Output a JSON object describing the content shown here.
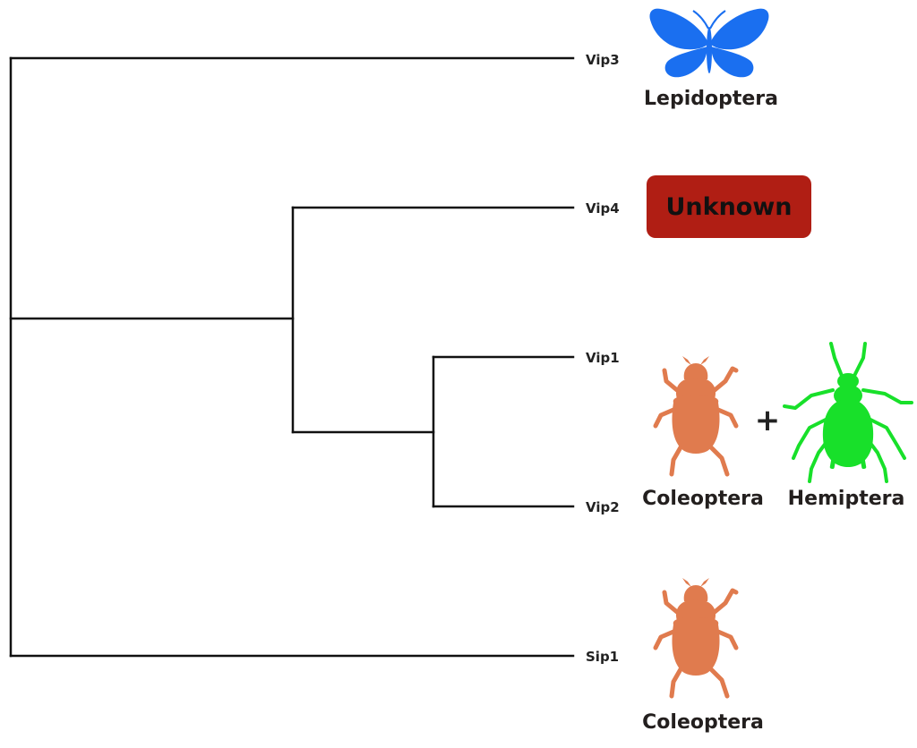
{
  "tree": {
    "leaves": [
      {
        "id": "vip3",
        "label": "Vip3"
      },
      {
        "id": "vip4",
        "label": "Vip4"
      },
      {
        "id": "vip1",
        "label": "Vip1"
      },
      {
        "id": "vip2",
        "label": "Vip2"
      },
      {
        "id": "sip1",
        "label": "Sip1"
      }
    ]
  },
  "hosts": {
    "vip3": {
      "label": "Lepidoptera",
      "icon": "butterfly-icon",
      "color": "#1a6ff0"
    },
    "vip4": {
      "label": "Unknown",
      "color": "#b01e14"
    },
    "vip1_vip2": {
      "first": {
        "label": "Coleoptera",
        "icon": "beetle-icon",
        "color": "#e07b4e"
      },
      "connector": "+",
      "second": {
        "label": "Hemiptera",
        "icon": "aphid-icon",
        "color": "#18e02a"
      }
    },
    "sip1": {
      "label": "Coleoptera",
      "icon": "beetle-icon",
      "color": "#e07b4e"
    }
  }
}
